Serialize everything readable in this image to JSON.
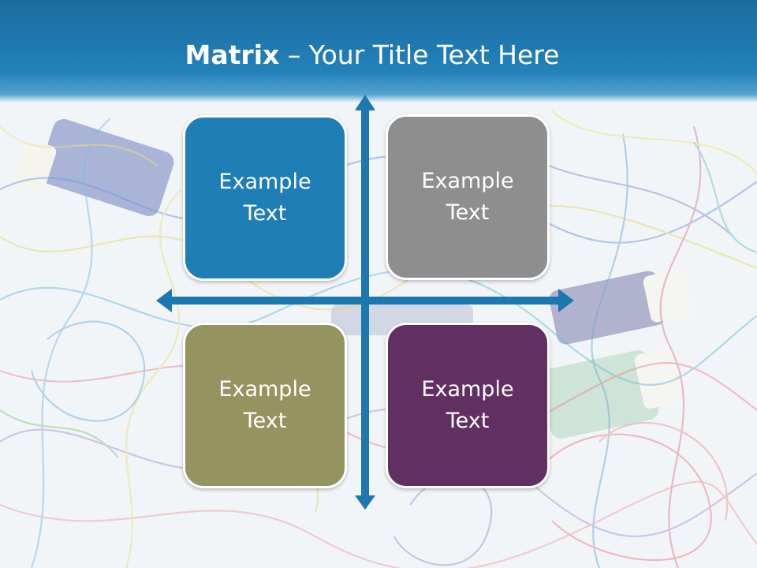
{
  "title": {
    "bold": "Matrix",
    "rest": " – Your Title Text Here"
  },
  "quadrants": [
    {
      "label": "Example Text",
      "color": "#1f7eb5"
    },
    {
      "label": "Example Text",
      "color": "#8e8e8e"
    },
    {
      "label": "Example Text",
      "color": "#95935f"
    },
    {
      "label": "Example Text",
      "color": "#622f63"
    }
  ],
  "colors": {
    "title_bar": "#2381bb",
    "axis": "#1e78b0",
    "box_border": "#ffffff"
  }
}
